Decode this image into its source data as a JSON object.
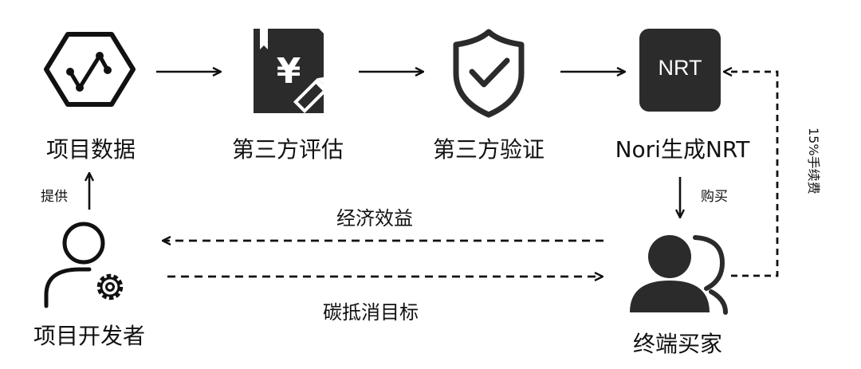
{
  "nodes": {
    "project_data": "项目数据",
    "third_party_eval": "第三方评估",
    "third_party_verify": "第三方验证",
    "nori_nrt": "Nori生成NRT",
    "nrt_box": "NRT",
    "project_dev": "项目开发者",
    "end_buyer": "终端买家"
  },
  "edges": {
    "provide": "提供",
    "buy": "购买",
    "economic_benefit": "经济效益",
    "carbon_offset": "碳抵消目标",
    "fee": "15%手续费"
  },
  "icons": {
    "project_data": "chart-hexagon-icon",
    "evaluation": "document-yen-pen-icon",
    "verification": "shield-check-icon",
    "nrt": "nrt-square-icon",
    "developer": "user-gear-icon",
    "buyer": "users-group-icon"
  },
  "colors": {
    "ink": "#111111",
    "icon_dark": "#2b2b2b",
    "background": "#ffffff"
  }
}
